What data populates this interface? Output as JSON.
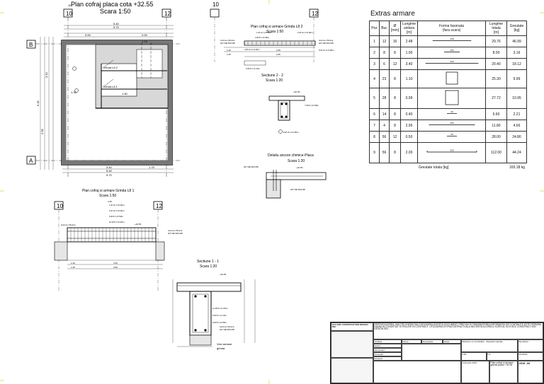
{
  "views": {
    "main_plan": {
      "title": "Plan cofraj placa cota +32.55",
      "scale": "Scara 1:50"
    },
    "beam_l8_2": {
      "title": "Plan cofraj si armare Grinda L8 2",
      "scale": "Scara 1:50"
    },
    "beam_l8_1": {
      "title": "Plan cofraj si armare Grinda L8 1",
      "scale": "Scara 1:50"
    },
    "section_2": {
      "title": "Sectiune 2 - 2",
      "scale": "Scara 1:20"
    },
    "section_1": {
      "title": "Sectiune 1 - 1",
      "scale": "Scara 1:20"
    },
    "anchor_detail": {
      "title": "Detaliu ancore chimice-Placa",
      "scale": "Scara 1:20"
    }
  },
  "axes": {
    "a10": "10",
    "a12": "12",
    "aA": "A",
    "aB": "B"
  },
  "dims": {
    "d540": "5.40",
    "d570": "5.70",
    "d300": "3.00",
    "d200": "2.00",
    "d115": "1.15",
    "d340": "3.40",
    "d545": "5.45",
    "d150": "1.50",
    "d645": "6.45",
    "d295": "2.95",
    "d310": "3.10",
    "d175": "1.75",
    "d135": "1.35",
    "d120": "1.20",
    "d345": "3.45",
    "d355": "3.55"
  },
  "labels": {
    "grinda_l82": "Grinda L8 2",
    "grinda_l81": "Grinda L8 1",
    "ancore": "Ancore chimice",
    "hit": "HIT RE 500 M8",
    "vezi": "Vezi armare",
    "grinda": "grinda",
    "elev": "+32.55",
    "elev2": "+32.55"
  },
  "bars": {
    "b1": "1 Ø 12 L=5.00m",
    "b2": "2 Ø 12 L=5.00m",
    "b3": "3 Ø 8 L=2.95m",
    "b4": "4 Ø 12 L=3.40m",
    "b5": "5 Ø 12 L=2.95m",
    "b6": "6 Ø 8 L=1.10m",
    "b7": "7 Ø 8 L=0.99m",
    "b8": "8 Ø 12 L=2.95m",
    "b9": "9 Ø 8 L=0.50m",
    "b10": "10 Ø 8 L=0.40m",
    "b11": "11 Ø 8 L=1.00m"
  },
  "table": {
    "title": "Extras armare",
    "headers": {
      "poz": "Poz",
      "buc": "Buc",
      "diam": "Ø",
      "diam_unit": "[mm]",
      "lu": "Lungime unitara",
      "lu_unit": "[m]",
      "forma": "Forma fasonata",
      "forma_sub": "(fara scara)",
      "lt": "Lungime totala",
      "lt_unit": "[m]",
      "gr": "Greutate",
      "gr_unit": "[kg]"
    },
    "rows": [
      {
        "poz": "1",
        "buc": "12",
        "d": "16",
        "lu": "2.48",
        "shape_len": "248",
        "lt": "29.76",
        "gr": "46.99"
      },
      {
        "poz": "2",
        "buc": "8",
        "d": "8",
        "lu": "1.00",
        "shape_len": "100",
        "lt": "8.00",
        "gr": "3.16"
      },
      {
        "poz": "3",
        "buc": "6",
        "d": "12",
        "lu": "3.40",
        "shape_len": "340",
        "lt": "20.40",
        "gr": "18.12"
      },
      {
        "poz": "4",
        "buc": "23",
        "d": "8",
        "lu": "1.10",
        "shape_len": "",
        "lt": "25.30",
        "gr": "9.99"
      },
      {
        "poz": "5",
        "buc": "28",
        "d": "8",
        "lu": "0.99",
        "shape_len": "",
        "lt": "27.72",
        "gr": "10.95"
      },
      {
        "poz": "6",
        "buc": "14",
        "d": "8",
        "lu": "0.40",
        "shape_len": "40",
        "lt": "5.60",
        "gr": "2.21"
      },
      {
        "poz": "7",
        "buc": "4",
        "d": "8",
        "lu": "2.95",
        "shape_len": "295",
        "lt": "11.80",
        "gr": "4.66"
      },
      {
        "poz": "8",
        "buc": "56",
        "d": "12",
        "lu": "0.50",
        "shape_len": "50",
        "lt": "28.00",
        "gr": "24.86"
      },
      {
        "poz": "9",
        "buc": "56",
        "d": "8",
        "lu": "2.00",
        "shape_len": "200",
        "lt": "112.00",
        "gr": "44.24"
      }
    ],
    "total_label": "Greutate totala [kg]",
    "total_value": "165.18 kg"
  },
  "title_block": {
    "copyright": "REPRODUCEREA, MULTIPLICAREA SAU DIFUZAREA ACESTUI DOCUMENT, PRECUM SI TRANSMITEREA INFORMATIILOR CONTINUTE ESTE PERMISA NUMAI IN CONDITIILE STIPULATE IN CONTRACT. UTILIZAREA EXTRACONTRACTUALA NECESITA ACORDUL SCRIS AL SCH-SDC CONSTRUCTION DESIGN SRL",
    "company": "SCH-SDC CONSTRUCTION DESIGN SRL",
    "project": "Refacere si consolidare - Reparatii capitale",
    "sheet": "2019_66",
    "drawing": "Plan cofraj si armare grinda placa +32.55",
    "row_labels": [
      "Verificat",
      "Expert",
      "Sef proiect",
      "Proiectat",
      "Desenat"
    ],
    "col_labels": [
      "Nume",
      "Semnatura",
      "Scara",
      "Data",
      "Proiect nr."
    ],
    "scale": "1:50",
    "date": "Februarie 2019",
    "phase": "P.T.",
    "plansa": "PLANSA",
    "beneficiar": "Beneficiar"
  }
}
